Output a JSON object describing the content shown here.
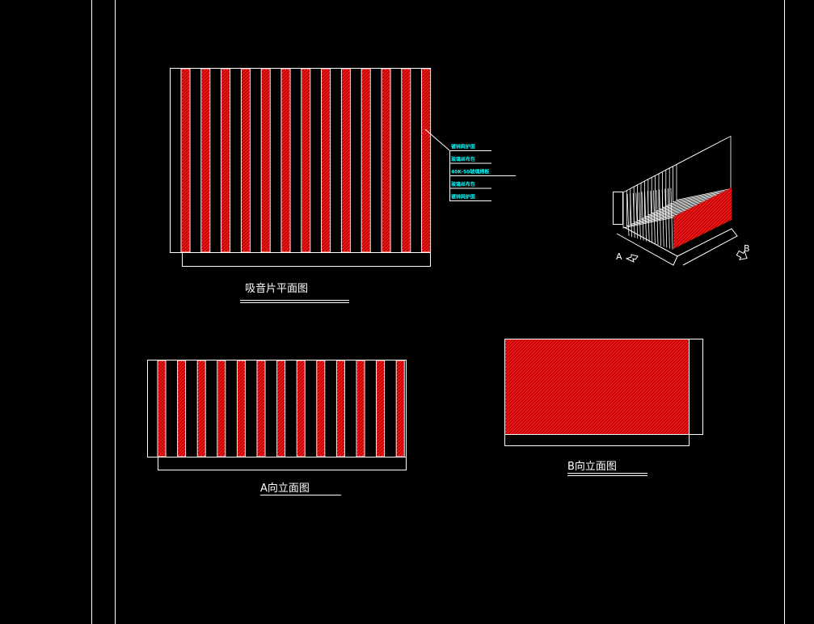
{
  "colors": {
    "background": "#000000",
    "line": "#ffffff",
    "fill": "#cc0000",
    "callout_text": "#00ffff"
  },
  "views": {
    "plan_title": "吸音片平面图",
    "a_elevation_title": "A向立面图",
    "b_elevation_title": "B向立面图"
  },
  "callouts": [
    "镀锌网护面",
    "玻璃丝布包",
    "40K-50玻璃棉板",
    "玻璃丝布包",
    "镀锌网护面"
  ],
  "isometric": {
    "direction_a": "A",
    "direction_b": "B"
  }
}
